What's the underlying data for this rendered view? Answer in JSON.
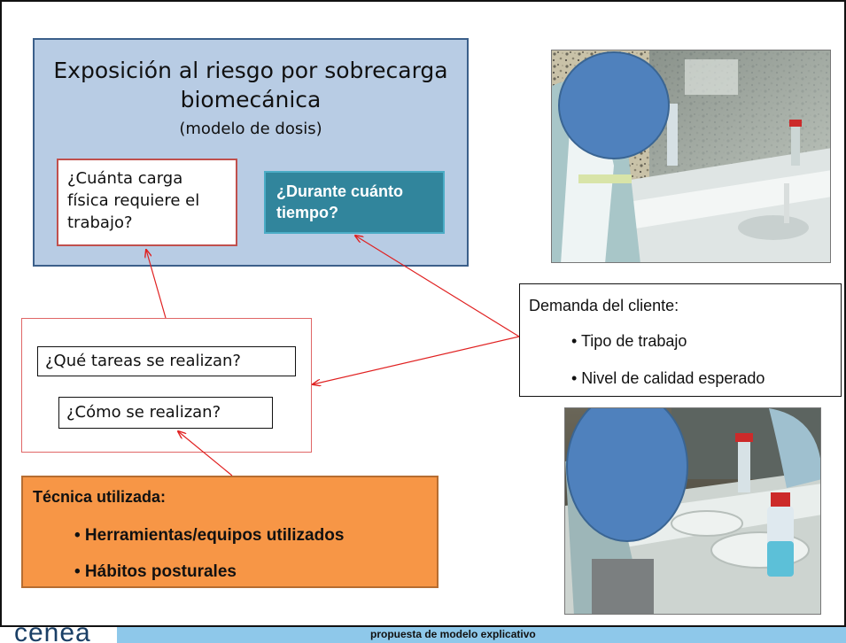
{
  "main_box": {
    "title": "Exposición al riesgo por sobrecarga biomecánica",
    "subtitle": "(modelo de dosis)"
  },
  "carga_box": {
    "text": "¿Cuánta carga física requiere el trabajo?"
  },
  "tiempo_box": {
    "text": "¿Durante cuánto tiempo?"
  },
  "tareas_box": {
    "text": "¿Qué tareas se realizan?"
  },
  "como_box": {
    "text": "¿Cómo se realizan?"
  },
  "demanda_box": {
    "title": "Demanda del cliente:",
    "items": [
      "• Tipo de trabajo",
      "• Nivel de calidad esperado"
    ]
  },
  "tecnica_box": {
    "title": "Técnica utilizada:",
    "items": [
      "• Herramientas/equipos utilizados",
      "• Hábitos posturales"
    ]
  },
  "footer": {
    "logo": "cenea",
    "caption": "propuesta de modelo explicativo"
  },
  "colors": {
    "main_fill": "#b8cce4",
    "tiempo_fill": "#31859c",
    "tecnica_fill": "#f79646",
    "arrow": "#e02020",
    "footer_bar": "#8ec8ea",
    "blur_oval": "#4f81bd"
  }
}
